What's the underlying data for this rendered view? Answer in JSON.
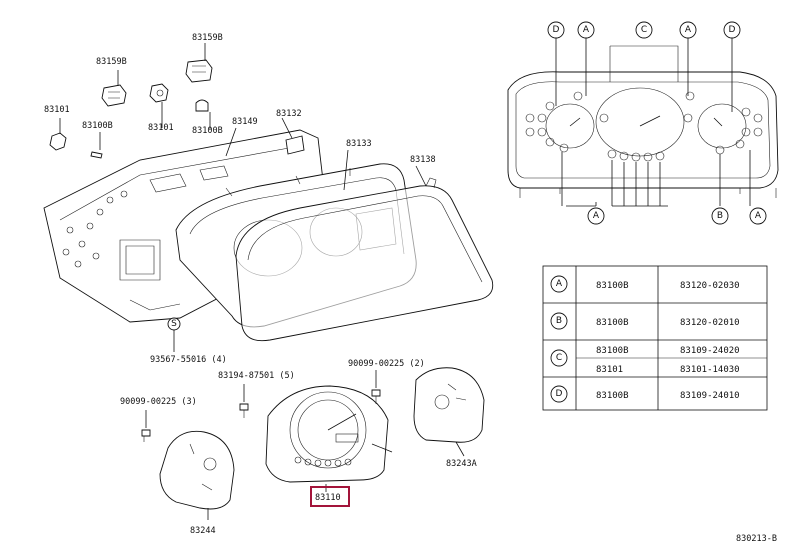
{
  "part_labels": {
    "p83159B_top": "83159B",
    "p83159B": "83159B",
    "p83101": "83101",
    "p83100B_a": "83100B",
    "p83101_b": "83101",
    "p83100B_b": "83100B",
    "p83149": "83149",
    "p83132": "83132",
    "p83133": "83133",
    "p83138": "83138",
    "screw_s": "93567-55016 (4)",
    "screw_5": "83194-87501 (5)",
    "screw_2": "90099-00225 (2)",
    "screw_3": "90099-00225 (3)",
    "p83110": "83110",
    "p83243A": "83243A",
    "p83244": "83244",
    "s_marker": "S",
    "drawing_no": "830213-B"
  },
  "callouts": {
    "top": [
      "D",
      "A",
      "C",
      "A",
      "D"
    ],
    "bottom": [
      "A",
      "B",
      "A"
    ]
  },
  "legend_table": {
    "rows": [
      {
        "key": "A",
        "col1": [
          "83100B"
        ],
        "col2": [
          "83120-02030"
        ]
      },
      {
        "key": "B",
        "col1": [
          "83100B"
        ],
        "col2": [
          "83120-02010"
        ]
      },
      {
        "key": "C",
        "col1": [
          "83100B",
          "83101"
        ],
        "col2": [
          "83109-24020",
          "83101-14030"
        ]
      },
      {
        "key": "D",
        "col1": [
          "83100B"
        ],
        "col2": [
          "83109-24010"
        ]
      }
    ]
  },
  "colors": {
    "highlight": "#a3143a",
    "line": "#111111"
  }
}
